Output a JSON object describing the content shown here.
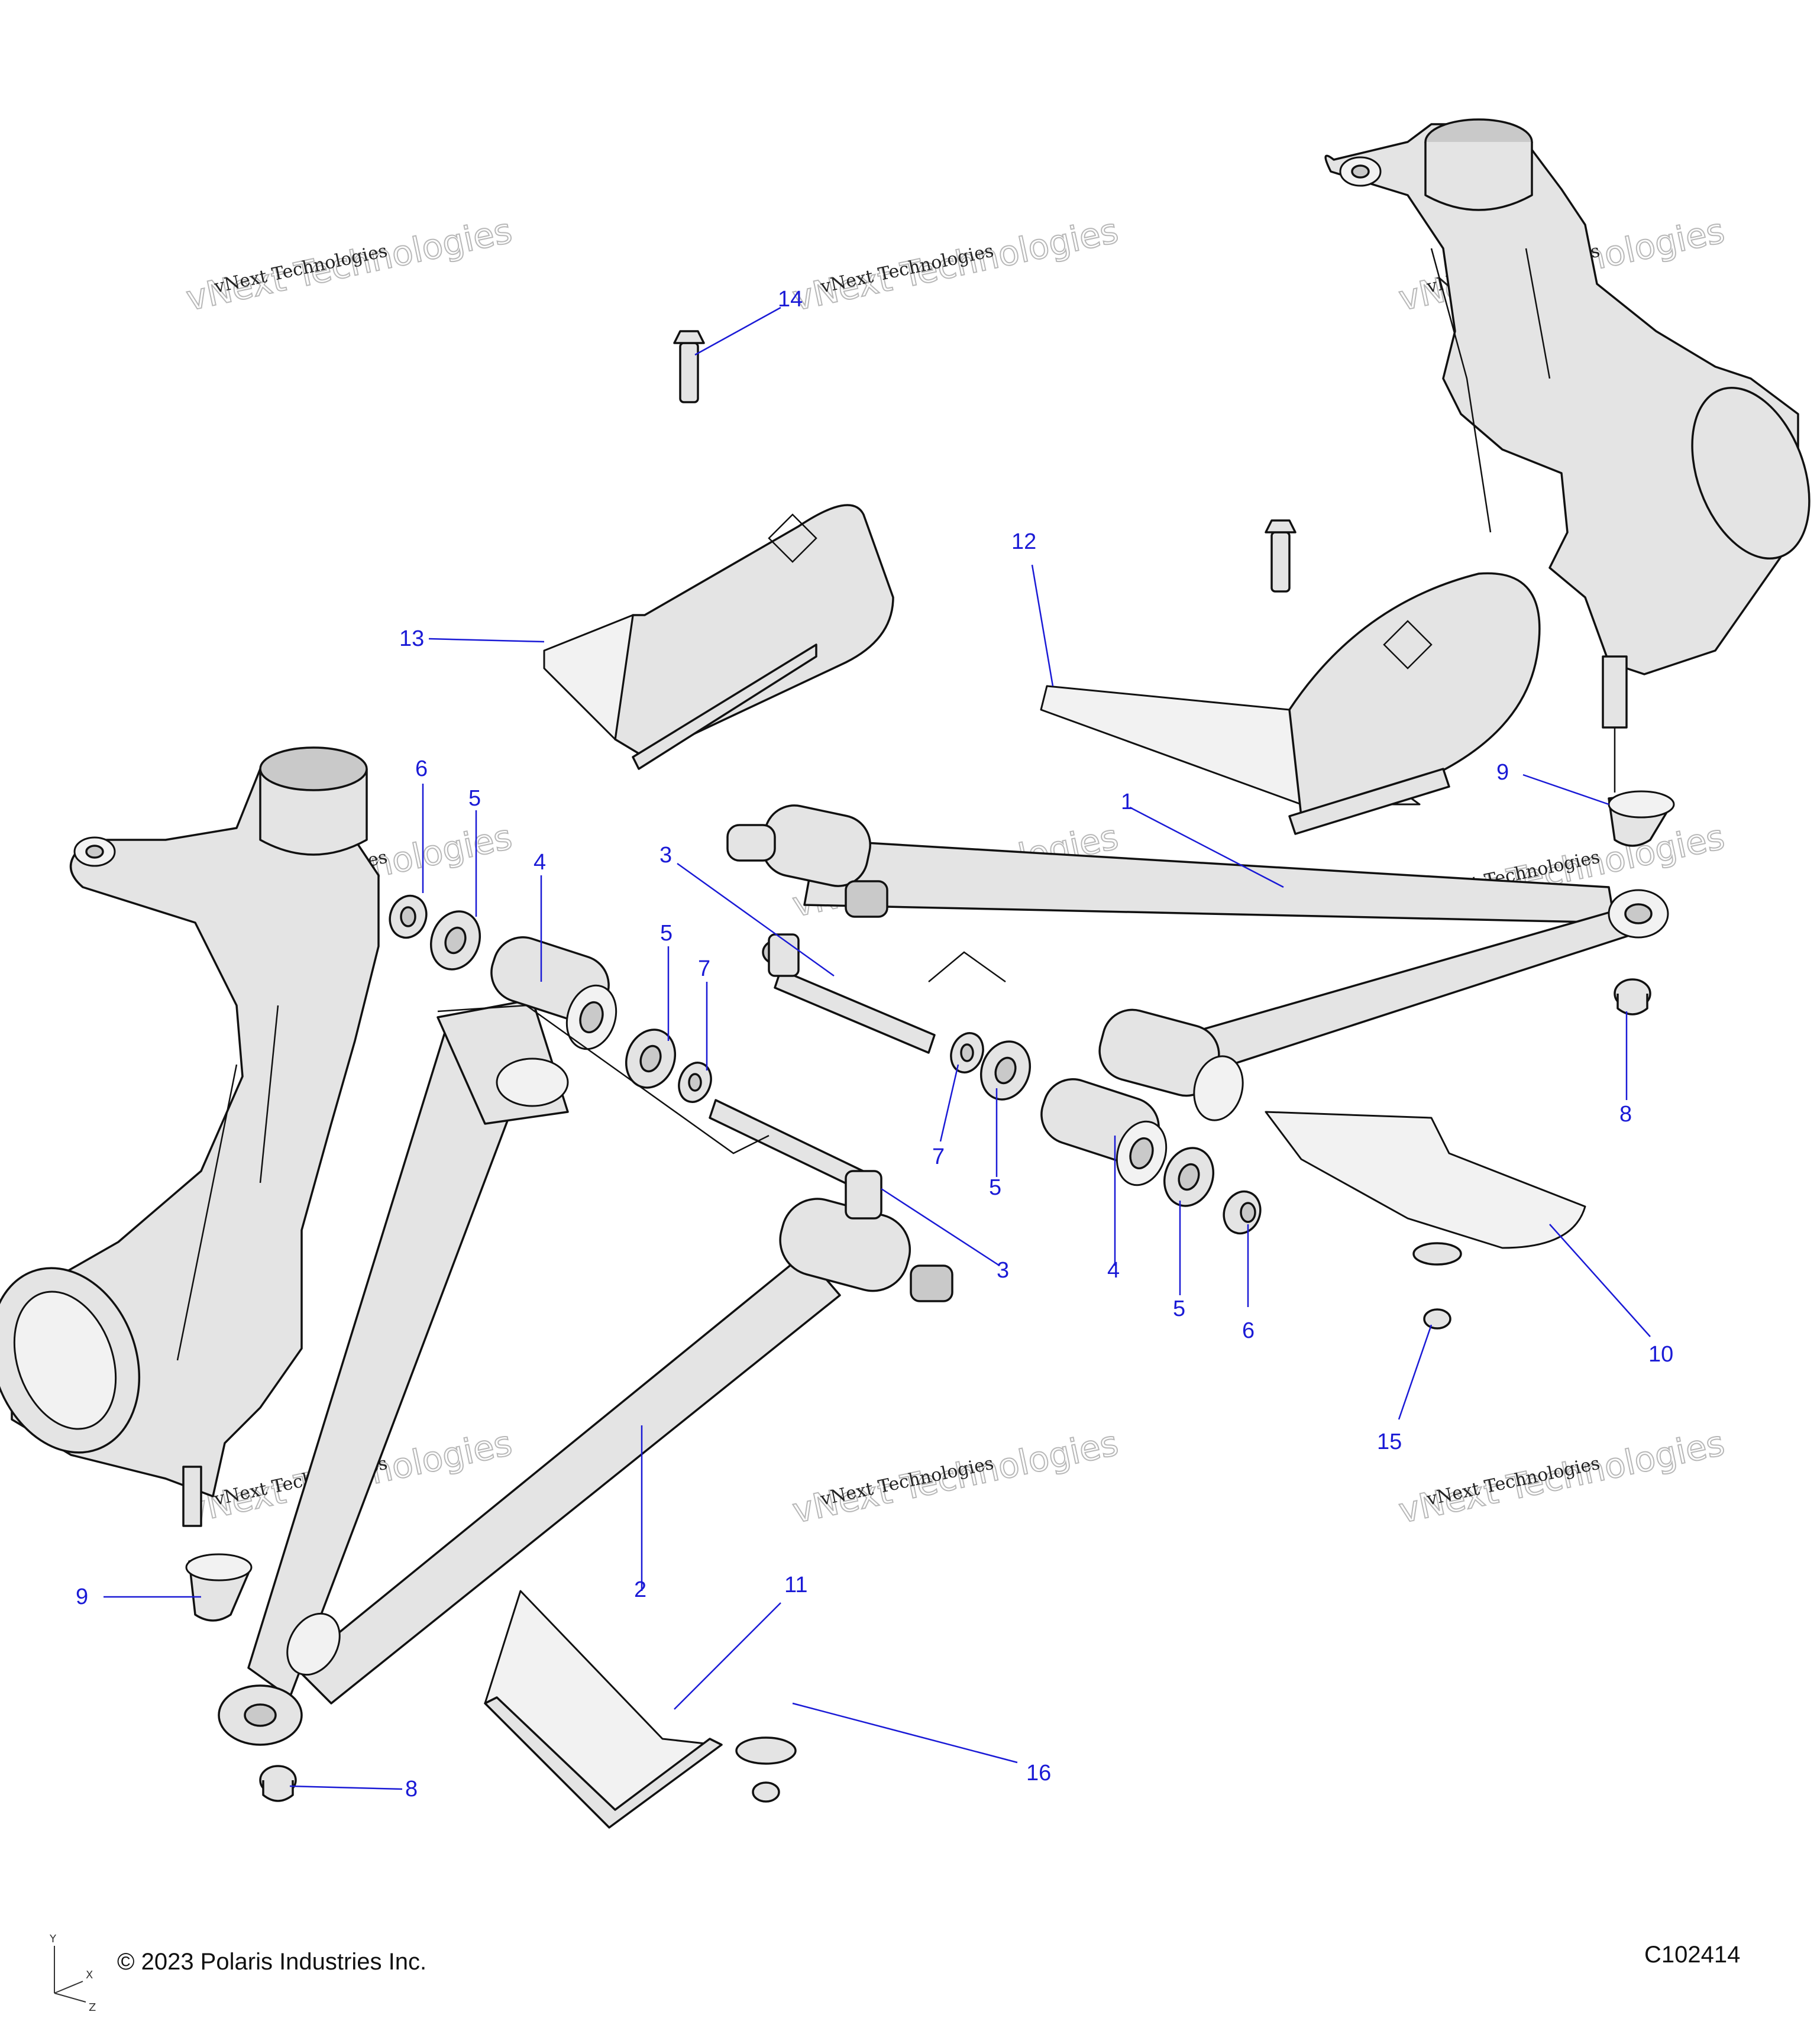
{
  "callouts": [
    {
      "id": "c1",
      "label": "1"
    },
    {
      "id": "c2",
      "label": "2"
    },
    {
      "id": "c3a",
      "label": "3"
    },
    {
      "id": "c3b",
      "label": "3"
    },
    {
      "id": "c4a",
      "label": "4"
    },
    {
      "id": "c4b",
      "label": "4"
    },
    {
      "id": "c5a",
      "label": "5"
    },
    {
      "id": "c5b",
      "label": "5"
    },
    {
      "id": "c5c",
      "label": "5"
    },
    {
      "id": "c5d",
      "label": "5"
    },
    {
      "id": "c6a",
      "label": "6"
    },
    {
      "id": "c6b",
      "label": "6"
    },
    {
      "id": "c7a",
      "label": "7"
    },
    {
      "id": "c7b",
      "label": "7"
    },
    {
      "id": "c8a",
      "label": "8"
    },
    {
      "id": "c8b",
      "label": "8"
    },
    {
      "id": "c9a",
      "label": "9"
    },
    {
      "id": "c9b",
      "label": "9"
    },
    {
      "id": "c10",
      "label": "10"
    },
    {
      "id": "c11",
      "label": "11"
    },
    {
      "id": "c12",
      "label": "12"
    },
    {
      "id": "c13",
      "label": "13"
    },
    {
      "id": "c14",
      "label": "14"
    },
    {
      "id": "c15",
      "label": "15"
    },
    {
      "id": "c16",
      "label": "16"
    }
  ],
  "watermark": {
    "line1": "vNext Technologies",
    "line2": "vNext Technologies"
  },
  "footer": {
    "copyright": "© 2023 Polaris Industries Inc.",
    "drawing_id": "C102414"
  },
  "axes_triad": {
    "y": "Y",
    "x": "X",
    "z": "Z"
  },
  "colors": {
    "callout": "#1a1ad6",
    "line": "#111111",
    "fill": "#e4e4e4"
  }
}
